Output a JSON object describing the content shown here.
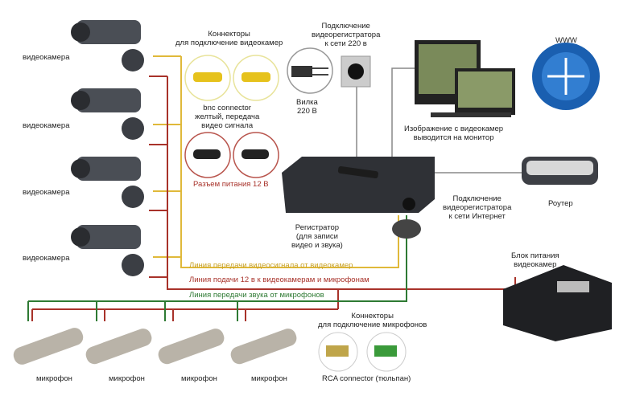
{
  "cameras": {
    "label": "видеокамера",
    "count": 4
  },
  "microphones": {
    "label": "микрофон",
    "count": 4
  },
  "bnc": {
    "title": "Коннекторы\nдля подключение видеокамер",
    "caption": "bnc connector\nжелтый, передача\nвидео сигнала"
  },
  "power_conn": {
    "caption": "Разъем питания 12 В"
  },
  "mains": {
    "title": "Подключение\nвидеорегистратора\nк сети 220 в",
    "plug": "Вилка\n220 В"
  },
  "monitor": {
    "caption": "Изображение с видеокамер\nвыводится на монитор"
  },
  "www": {
    "label": "WWW"
  },
  "router": {
    "label": "Роутер"
  },
  "internet": {
    "caption": "Подключение\nвидеорегистратора\nк сети Интернет"
  },
  "dvr": {
    "caption": "Регистратор\n(для записи\nвидео и звука)"
  },
  "psu": {
    "caption": "Блок питания\nвидеокамер"
  },
  "lines": {
    "video": "Линия передачи видеосигнала от видеокамер",
    "power": "Линия подачи 12 в к видеокамерам и микрофонам",
    "audio": "Линия передачи звука от микрофонов"
  },
  "rca": {
    "title": "Коннекторы\nдля подключение микрофонов",
    "caption": "RCA connector (тюльпан)"
  },
  "colors": {
    "video": "#e0b93a",
    "power": "#a8322a",
    "audio": "#2e7a33",
    "wire": "#777777"
  }
}
